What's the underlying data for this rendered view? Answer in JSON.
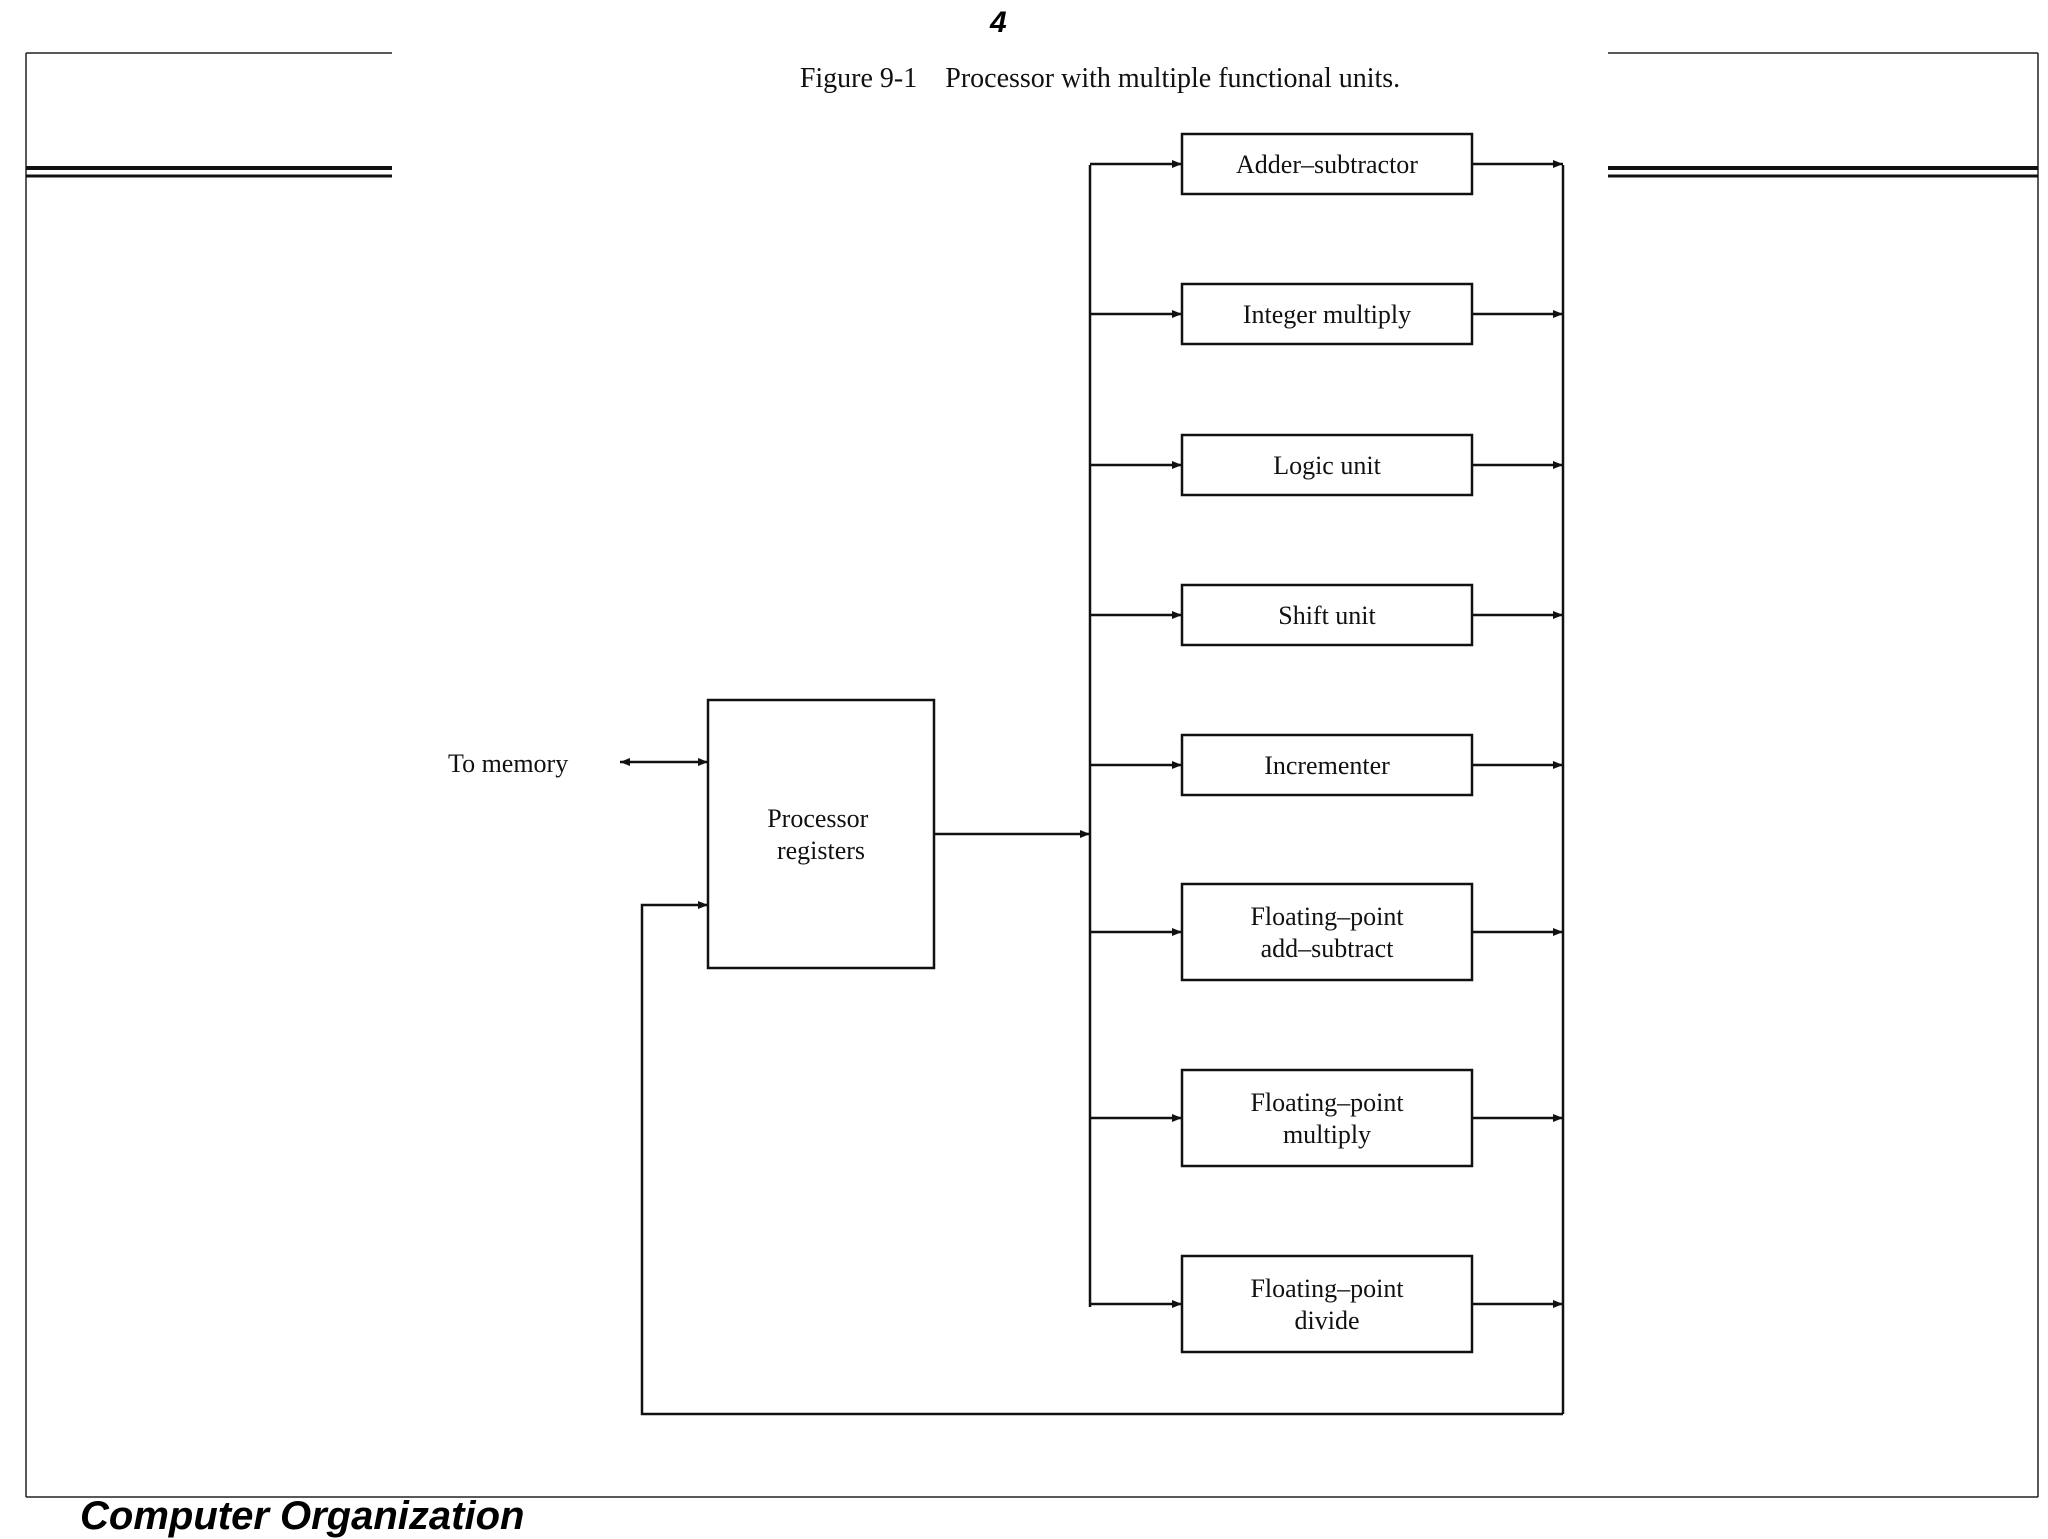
{
  "page": {
    "top_mark": "4",
    "footer": "Computer Organization"
  },
  "figure": {
    "caption": "Figure 9-1    Processor with multiple functional units.",
    "to_memory": "To memory",
    "registers": [
      "Processor",
      "registers"
    ],
    "units": [
      {
        "id": "adder-subtractor",
        "lines": [
          "Adder–subtractor"
        ]
      },
      {
        "id": "integer-multiply",
        "lines": [
          "Integer multiply"
        ]
      },
      {
        "id": "logic-unit",
        "lines": [
          "Logic unit"
        ]
      },
      {
        "id": "shift-unit",
        "lines": [
          "Shift unit"
        ]
      },
      {
        "id": "incrementer",
        "lines": [
          "Incrementer"
        ]
      },
      {
        "id": "fp-add-subtract",
        "lines": [
          "Floating–point",
          "add–subtract"
        ]
      },
      {
        "id": "fp-multiply",
        "lines": [
          "Floating–point",
          "multiply"
        ]
      },
      {
        "id": "fp-divide",
        "lines": [
          "Floating–point",
          "divide"
        ]
      }
    ]
  }
}
